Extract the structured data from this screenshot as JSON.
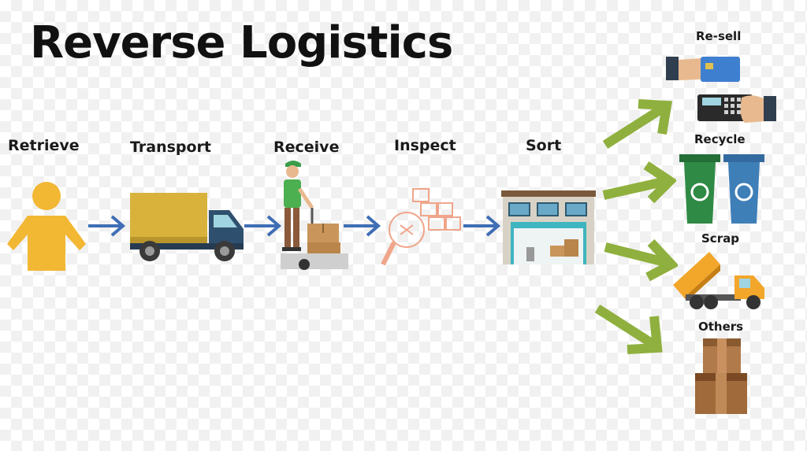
{
  "title": "Reverse Logistics",
  "steps": [
    {
      "label": "Retrieve",
      "icon": "person-icon"
    },
    {
      "label": "Transport",
      "icon": "delivery-truck-icon"
    },
    {
      "label": "Receive",
      "icon": "worker-hand-truck-icon"
    },
    {
      "label": "Inspect",
      "icon": "magnifier-boxes-icon"
    },
    {
      "label": "Sort",
      "icon": "warehouse-icon"
    }
  ],
  "outcomes": [
    {
      "label": "Re-sell",
      "icon": "card-payment-icon"
    },
    {
      "label": "Recycle",
      "icon": "recycle-bins-icon"
    },
    {
      "label": "Scrap",
      "icon": "dump-truck-icon"
    },
    {
      "label": "Others",
      "icon": "stacked-boxes-icon"
    }
  ],
  "colors": {
    "flow_arrow": "#3f6eb5",
    "branch_arrow": "#8fb03e",
    "person": "#f2b733",
    "truck_cargo": "#d9b23c",
    "truck_cab": "#2f4f6e",
    "inspect_line": "#f0a58a",
    "bin_green": "#2f8a45",
    "bin_blue": "#3f7fb8",
    "box": "#b07a4a"
  }
}
